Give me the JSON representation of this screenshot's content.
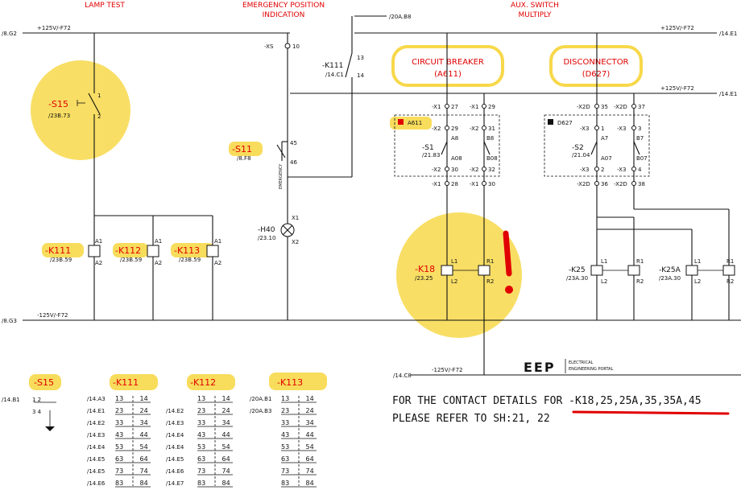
{
  "headers": {
    "lamp_test": "LAMP TEST",
    "emergency_1": "EMERGENCY POSITION",
    "emergency_2": "INDICATION",
    "aux_1": "AUX. SWITCH",
    "aux_2": "MULTIPLY"
  },
  "rails": {
    "top_left_ref": "/8.G2",
    "top_left_label": "+125V/-F72",
    "top_right_label": "+125V/-F72",
    "top_right_ref": "/14.E1",
    "mid_right_label": "+125V/-F72",
    "mid_right_ref": "/14.E1",
    "bottom_left_ref": "/8.G3",
    "bottom_left_label": "-125V/-F72",
    "bottom_right_ref": "/14.C8",
    "bottom_right_label": "-125V/-F72",
    "k111_link": "/20A.B8"
  },
  "lamp_test": {
    "s15_tag": "-S15",
    "s15_ref": "/23B.73",
    "s15_pin1": "1",
    "s15_pin2": "2",
    "relays": [
      {
        "tag": "-K111",
        "ref": "/23B.59"
      },
      {
        "tag": "-K112",
        "ref": "/23B.59"
      },
      {
        "tag": "-K113",
        "ref": "/23B.59"
      }
    ],
    "coil_a1": "A1",
    "coil_a2": "A2"
  },
  "emergency": {
    "xs_tag": "-XS",
    "xs_pin": "10",
    "k111_tag": "-K111",
    "k111_ref": "/14.C1",
    "k111_pin13": "13",
    "k111_pin14": "14",
    "s11_tag": "-S11",
    "s11_ref": "/8.F8",
    "s11_pin45": "45",
    "s11_pin46": "46",
    "s11_label": "EMERGENCY",
    "h40_tag": "-H40",
    "h40_ref": "/23.10",
    "h40_x1": "X1",
    "h40_x2": "X2"
  },
  "breakers": {
    "cb_title": "CIRCUIT BREAKER",
    "cb_sub": "(A611)",
    "ds_title": "DISCONNECTOR",
    "ds_sub": "(D627)",
    "cb_box": "A611",
    "ds_box": "D627",
    "cb_term_x1": "-X1",
    "cb_term_x2": "-X2",
    "cb_pins_top": [
      "27",
      "29",
      "29",
      "31"
    ],
    "cb_pins_bot": [
      "30",
      "32",
      "28",
      "30"
    ],
    "cb_s1": "-S1",
    "cb_s1_ref": "/21.83",
    "cb_a8": "A8",
    "cb_b8": "B8",
    "cb_a08": "A08",
    "cb_b08": "B08",
    "ds_term_x2d": "-X2D",
    "ds_term_x3": "-X3",
    "ds_pins_top": [
      "35",
      "37",
      "1",
      "3"
    ],
    "ds_pins_bot": [
      "2",
      "4",
      "36",
      "38"
    ],
    "ds_s2": "-S2",
    "ds_s2_ref": "/21.04",
    "ds_a7": "A7",
    "ds_b7": "B7",
    "ds_a07": "A07",
    "ds_b07": "B07"
  },
  "aux_relays": [
    {
      "tag": "-K18",
      "ref": "/23.25"
    },
    {
      "tag": "-K25",
      "ref": "/23A.30"
    },
    {
      "tag": "-K25A",
      "ref": "/23A.30"
    }
  ],
  "latch_pins": {
    "l1": "L1",
    "l2": "L2",
    "r1": "R1",
    "r2": "R2"
  },
  "logo": {
    "mark": "EEP",
    "line1": "ELECTRICAL",
    "line2": "ENGINEERING PORTAL"
  },
  "contact_tables": [
    {
      "tag": "-S15",
      "refs": [
        "/14.B1"
      ],
      "pairs": [
        "1  2",
        "3  4"
      ]
    },
    {
      "tag": "-K111",
      "refs": [
        "/14.A3",
        "/14.E1",
        "/14.E2",
        "/14.E3",
        "/14.E4",
        "/14.E5",
        "/14.E5",
        "/14.E6"
      ],
      "pairs": [
        "13 14",
        "23 24",
        "33 34",
        "43 44",
        "53 54",
        "63 64",
        "73 74",
        "83 84"
      ]
    },
    {
      "tag": "-K112",
      "refs": [
        "",
        "/14.E2",
        "/14.E3",
        "/14.E4",
        "/14.E4",
        "/14.E5",
        "/14.E6",
        "/14.E7"
      ],
      "pairs": [
        "13 14",
        "23 24",
        "33 34",
        "43 44",
        "53 54",
        "63 64",
        "73 74",
        "83 84"
      ]
    },
    {
      "tag": "-K113",
      "refs": [
        "/20A.B1",
        "/20A.B3",
        "",
        "",
        "",
        "",
        "",
        ""
      ],
      "pairs": [
        "13 14",
        "23 24",
        "33 34",
        "43 44",
        "53 54",
        "63 64",
        "73 74",
        "83 84"
      ]
    }
  ],
  "note": {
    "line1": "FOR THE CONTACT DETAILS FOR ",
    "line1_highlight": "-K18,25,25A,35,35A,45",
    "line2": "PLEASE REFER TO SH:21, 22"
  },
  "colors": {
    "highlight": "#f7d84a",
    "annotation": "#e00000",
    "line": "#111111"
  }
}
